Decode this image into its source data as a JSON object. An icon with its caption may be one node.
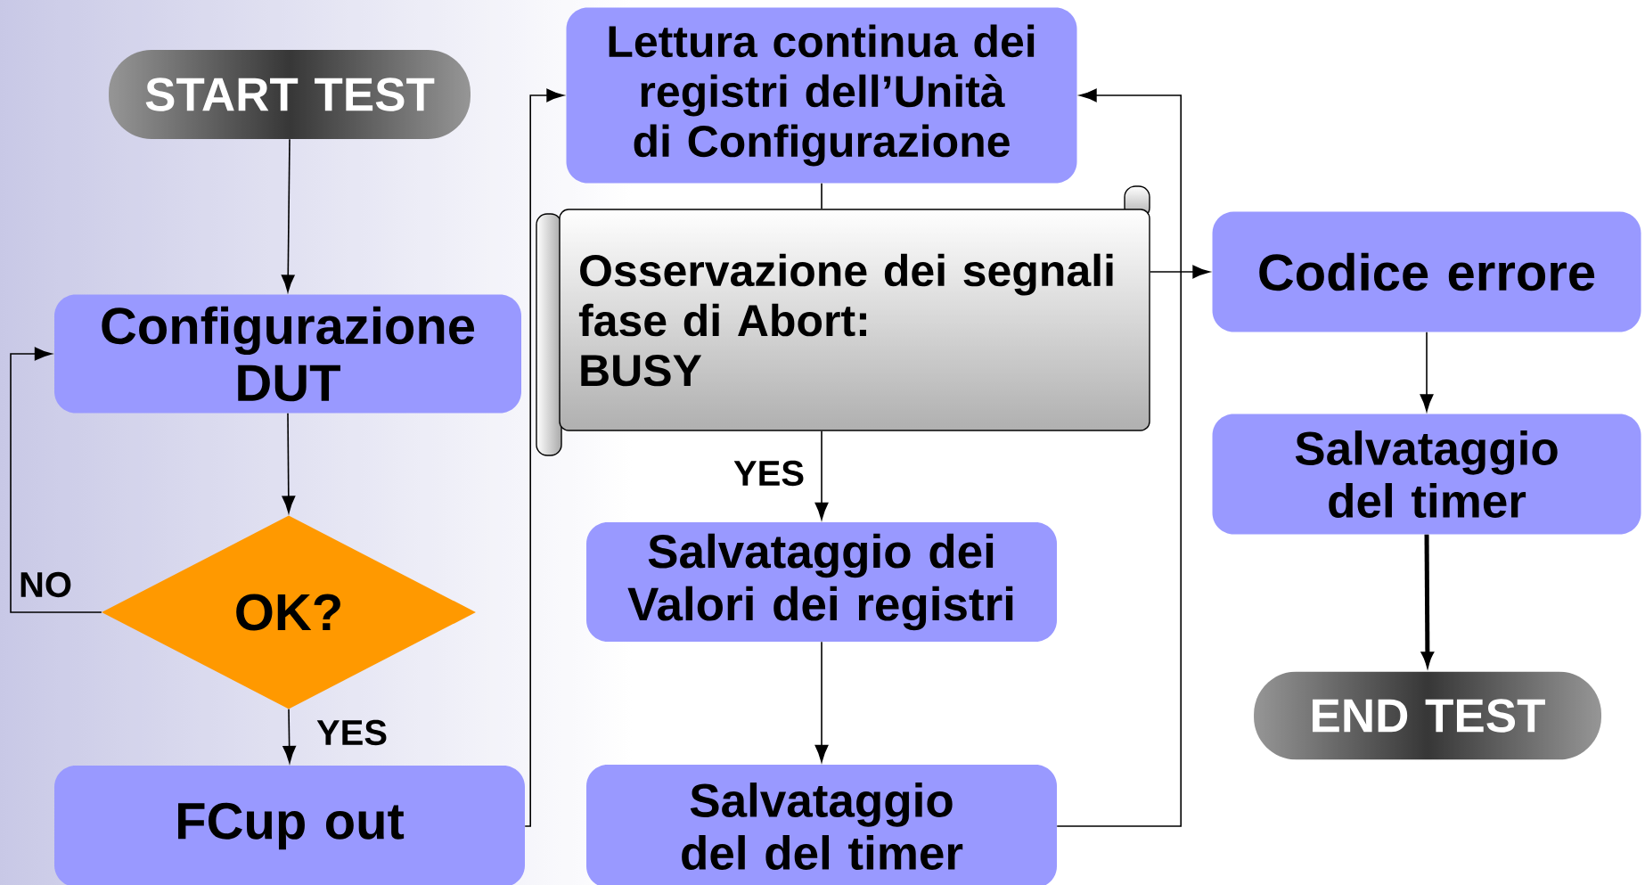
{
  "diagram": {
    "nodes": [
      {
        "text": [
          "START TEST"
        ]
      },
      {
        "text": [
          "Configurazione DUT"
        ]
      },
      {
        "text": [
          "OK?"
        ]
      },
      {
        "text": [
          "FCup out"
        ]
      },
      {
        "text": [
          "Lettura continua dei registri dell’Unità di Configurazione"
        ]
      },
      {
        "text": [
          "Osservazione dei segnali",
          "fase di Abort:",
          "BUSY"
        ]
      },
      {
        "text": [
          "Salvataggio dei Valori dei registri"
        ]
      },
      {
        "text": [
          "Salvataggio del del timer"
        ]
      },
      {
        "text": [
          "Codice errore"
        ]
      },
      {
        "text": [
          "Salvataggio del timer"
        ]
      },
      {
        "text": [
          "END TEST"
        ]
      }
    ],
    "edges": [
      {
        "from": 0,
        "to": 1,
        "arrow": "to"
      },
      {
        "from": 1,
        "to": 2,
        "arrow": "to"
      },
      {
        "from": 2,
        "to": 1,
        "arrow": "to",
        "label": "NO"
      },
      {
        "from": 2,
        "to": 3,
        "arrow": "to",
        "label": "YES"
      },
      {
        "from": 3,
        "to": 4,
        "arrow": "to"
      },
      {
        "from": 4,
        "to": 5,
        "arrow": "none"
      },
      {
        "from": 5,
        "to": 6,
        "arrow": "to",
        "label": "YES"
      },
      {
        "from": 6,
        "to": 7,
        "arrow": "to"
      },
      {
        "from": 7,
        "to": 4,
        "arrow": "to"
      },
      {
        "from": 5,
        "to": 8,
        "arrow": "to"
      },
      {
        "from": 8,
        "to": 9,
        "arrow": "to"
      },
      {
        "from": 9,
        "to": 10,
        "arrow": "to",
        "style": "thick"
      }
    ]
  }
}
